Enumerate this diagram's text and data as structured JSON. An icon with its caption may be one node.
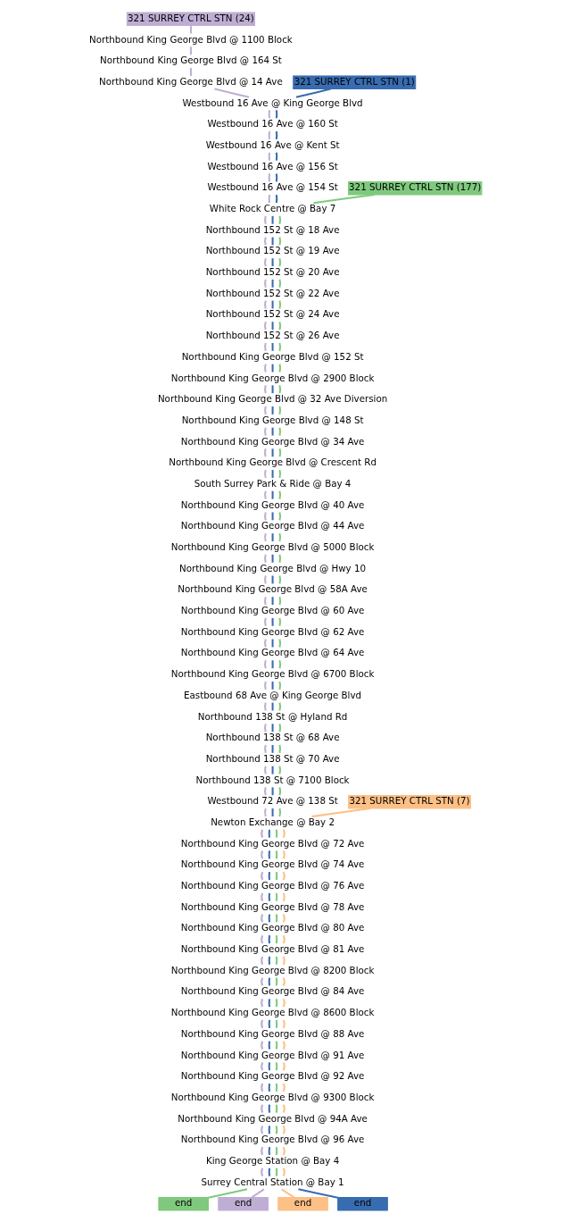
{
  "diagram": {
    "nodes": [
      {
        "text": [
          "321 SURREY CTRL STN (24)"
        ]
      },
      {
        "text": [
          "Northbound King George Blvd @ 1100 Block"
        ]
      },
      {
        "text": [
          "Northbound King George Blvd @ 164 St"
        ]
      },
      {
        "text": [
          "321 SURREY CTRL STN (1)"
        ]
      },
      {
        "text": [
          "Northbound King George Blvd @ 14 Ave"
        ]
      },
      {
        "text": [
          "Westbound 16 Ave @ King George Blvd"
        ]
      },
      {
        "text": [
          "Westbound 16 Ave @ 160 St"
        ]
      },
      {
        "text": [
          "Westbound 16 Ave @ Kent St"
        ]
      },
      {
        "text": [
          "Westbound 16 Ave @ 156 St"
        ]
      },
      {
        "text": [
          "Westbound 16 Ave @ 154 St"
        ]
      },
      {
        "text": [
          "321 SURREY CTRL STN (177)"
        ]
      },
      {
        "text": [
          "White Rock Centre @ Bay 7"
        ]
      },
      {
        "text": [
          "Northbound 152 St @ 18 Ave"
        ]
      },
      {
        "text": [
          "Northbound 152 St @ 19 Ave"
        ]
      },
      {
        "text": [
          "Northbound 152 St @ 20 Ave"
        ]
      },
      {
        "text": [
          "Northbound 152 St @ 22 Ave"
        ]
      },
      {
        "text": [
          "Northbound 152 St @ 24 Ave"
        ]
      },
      {
        "text": [
          "Northbound 152 St @ 26 Ave"
        ]
      },
      {
        "text": [
          "Northbound King George Blvd @ 152 St"
        ]
      },
      {
        "text": [
          "Northbound King George Blvd @ 2900 Block"
        ]
      },
      {
        "text": [
          "Northbound King George Blvd @ 32 Ave Diversion"
        ]
      },
      {
        "text": [
          "Northbound King George Blvd @ 148 St"
        ]
      },
      {
        "text": [
          "Northbound King George Blvd @ 34 Ave"
        ]
      },
      {
        "text": [
          "Northbound King George Blvd @ Crescent Rd"
        ]
      },
      {
        "text": [
          "South Surrey Park & Ride @ Bay 4"
        ]
      },
      {
        "text": [
          "Northbound King George Blvd @ 40 Ave"
        ]
      },
      {
        "text": [
          "Northbound King George Blvd @ 44 Ave"
        ]
      },
      {
        "text": [
          "Northbound King George Blvd @ 5000 Block"
        ]
      },
      {
        "text": [
          "Northbound King George Blvd @ Hwy 10"
        ]
      },
      {
        "text": [
          "Northbound King George Blvd @ 58A Ave"
        ]
      },
      {
        "text": [
          "Northbound King George Blvd @ 60 Ave"
        ]
      },
      {
        "text": [
          "Northbound King George Blvd @ 62 Ave"
        ]
      },
      {
        "text": [
          "Northbound King George Blvd @ 64 Ave"
        ]
      },
      {
        "text": [
          "Northbound King George Blvd @ 6700 Block"
        ]
      },
      {
        "text": [
          "Eastbound 68 Ave @ King George Blvd"
        ]
      },
      {
        "text": [
          "Northbound 138 St @ Hyland Rd"
        ]
      },
      {
        "text": [
          "Northbound 138 St @ 68 Ave"
        ]
      },
      {
        "text": [
          "Northbound 138 St @ 70 Ave"
        ]
      },
      {
        "text": [
          "Northbound 138 St @ 7100 Block"
        ]
      },
      {
        "text": [
          "Westbound 72 Ave @ 138 St"
        ]
      },
      {
        "text": [
          "321 SURREY CTRL STN (7)"
        ]
      },
      {
        "text": [
          "Newton Exchange @ Bay 2"
        ]
      },
      {
        "text": [
          "Northbound King George Blvd @ 72 Ave"
        ]
      },
      {
        "text": [
          "Northbound King George Blvd @ 74 Ave"
        ]
      },
      {
        "text": [
          "Northbound King George Blvd @ 76 Ave"
        ]
      },
      {
        "text": [
          "Northbound King George Blvd @ 78 Ave"
        ]
      },
      {
        "text": [
          "Northbound King George Blvd @ 80 Ave"
        ]
      },
      {
        "text": [
          "Northbound King George Blvd @ 81 Ave"
        ]
      },
      {
        "text": [
          "Northbound King George Blvd @ 8200 Block"
        ]
      },
      {
        "text": [
          "Northbound King George Blvd @ 84 Ave"
        ]
      },
      {
        "text": [
          "Northbound King George Blvd @ 8600 Block"
        ]
      },
      {
        "text": [
          "Northbound King George Blvd @ 88 Ave"
        ]
      },
      {
        "text": [
          "Northbound King George Blvd @ 91 Ave"
        ]
      },
      {
        "text": [
          "Northbound King George Blvd @ 92 Ave"
        ]
      },
      {
        "text": [
          "Northbound King George Blvd @ 9300 Block"
        ]
      },
      {
        "text": [
          "Northbound King George Blvd @ 94A Ave"
        ]
      },
      {
        "text": [
          "Northbound King George Blvd @ 96 Ave"
        ]
      },
      {
        "text": [
          "King George Station @ Bay 4"
        ]
      },
      {
        "text": [
          "Surrey Central Station @ Bay 1"
        ]
      },
      {
        "text": [
          "end"
        ]
      },
      {
        "text": [
          "end"
        ]
      },
      {
        "text": [
          "end"
        ]
      },
      {
        "text": [
          "end"
        ]
      }
    ],
    "edges": [
      {
        "from": 0,
        "to": 1,
        "arrow": "none",
        "color": "#beaed4"
      },
      {
        "from": 1,
        "to": 2,
        "arrow": "none",
        "color": "#beaed4"
      },
      {
        "from": 2,
        "to": 4,
        "arrow": "none",
        "color": "#beaed4"
      },
      {
        "from": 4,
        "to": 5,
        "arrow": "none",
        "color": "#beaed4"
      },
      {
        "from": 5,
        "to": 6,
        "arrow": "none",
        "color": "#beaed4"
      },
      {
        "from": 6,
        "to": 7,
        "arrow": "none",
        "color": "#beaed4"
      },
      {
        "from": 7,
        "to": 8,
        "arrow": "none",
        "color": "#beaed4"
      },
      {
        "from": 8,
        "to": 9,
        "arrow": "none",
        "color": "#beaed4"
      },
      {
        "from": 9,
        "to": 11,
        "arrow": "none",
        "color": "#beaed4"
      },
      {
        "from": 11,
        "to": 12,
        "arrow": "none",
        "color": "#beaed4"
      },
      {
        "from": 12,
        "to": 13,
        "arrow": "none",
        "color": "#beaed4"
      },
      {
        "from": 13,
        "to": 14,
        "arrow": "none",
        "color": "#beaed4"
      },
      {
        "from": 14,
        "to": 15,
        "arrow": "none",
        "color": "#beaed4"
      },
      {
        "from": 15,
        "to": 16,
        "arrow": "none",
        "color": "#beaed4"
      },
      {
        "from": 16,
        "to": 17,
        "arrow": "none",
        "color": "#beaed4"
      },
      {
        "from": 17,
        "to": 18,
        "arrow": "none",
        "color": "#beaed4"
      },
      {
        "from": 18,
        "to": 19,
        "arrow": "none",
        "color": "#beaed4"
      },
      {
        "from": 19,
        "to": 20,
        "arrow": "none",
        "color": "#beaed4"
      },
      {
        "from": 20,
        "to": 21,
        "arrow": "none",
        "color": "#beaed4"
      },
      {
        "from": 21,
        "to": 22,
        "arrow": "none",
        "color": "#beaed4"
      },
      {
        "from": 22,
        "to": 23,
        "arrow": "none",
        "color": "#beaed4"
      },
      {
        "from": 23,
        "to": 24,
        "arrow": "none",
        "color": "#beaed4"
      },
      {
        "from": 24,
        "to": 25,
        "arrow": "none",
        "color": "#beaed4"
      },
      {
        "from": 25,
        "to": 26,
        "arrow": "none",
        "color": "#beaed4"
      },
      {
        "from": 26,
        "to": 27,
        "arrow": "none",
        "color": "#beaed4"
      },
      {
        "from": 27,
        "to": 28,
        "arrow": "none",
        "color": "#beaed4"
      },
      {
        "from": 28,
        "to": 29,
        "arrow": "none",
        "color": "#beaed4"
      },
      {
        "from": 29,
        "to": 30,
        "arrow": "none",
        "color": "#beaed4"
      },
      {
        "from": 30,
        "to": 31,
        "arrow": "none",
        "color": "#beaed4"
      },
      {
        "from": 31,
        "to": 32,
        "arrow": "none",
        "color": "#beaed4"
      },
      {
        "from": 32,
        "to": 33,
        "arrow": "none",
        "color": "#beaed4"
      },
      {
        "from": 33,
        "to": 34,
        "arrow": "none",
        "color": "#beaed4"
      },
      {
        "from": 34,
        "to": 35,
        "arrow": "none",
        "color": "#beaed4"
      },
      {
        "from": 35,
        "to": 36,
        "arrow": "none",
        "color": "#beaed4"
      },
      {
        "from": 36,
        "to": 37,
        "arrow": "none",
        "color": "#beaed4"
      },
      {
        "from": 37,
        "to": 38,
        "arrow": "none",
        "color": "#beaed4"
      },
      {
        "from": 38,
        "to": 39,
        "arrow": "none",
        "color": "#beaed4"
      },
      {
        "from": 39,
        "to": 41,
        "arrow": "none",
        "color": "#beaed4"
      },
      {
        "from": 41,
        "to": 42,
        "arrow": "none",
        "color": "#beaed4"
      },
      {
        "from": 42,
        "to": 43,
        "arrow": "none",
        "color": "#beaed4"
      },
      {
        "from": 43,
        "to": 44,
        "arrow": "none",
        "color": "#beaed4"
      },
      {
        "from": 44,
        "to": 45,
        "arrow": "none",
        "color": "#beaed4"
      },
      {
        "from": 45,
        "to": 46,
        "arrow": "none",
        "color": "#beaed4"
      },
      {
        "from": 46,
        "to": 47,
        "arrow": "none",
        "color": "#beaed4"
      },
      {
        "from": 47,
        "to": 48,
        "arrow": "none",
        "color": "#beaed4"
      },
      {
        "from": 48,
        "to": 49,
        "arrow": "none",
        "color": "#beaed4"
      },
      {
        "from": 49,
        "to": 50,
        "arrow": "none",
        "color": "#beaed4"
      },
      {
        "from": 50,
        "to": 51,
        "arrow": "none",
        "color": "#beaed4"
      },
      {
        "from": 51,
        "to": 52,
        "arrow": "none",
        "color": "#beaed4"
      },
      {
        "from": 52,
        "to": 53,
        "arrow": "none",
        "color": "#beaed4"
      },
      {
        "from": 53,
        "to": 54,
        "arrow": "none",
        "color": "#beaed4"
      },
      {
        "from": 54,
        "to": 55,
        "arrow": "none",
        "color": "#beaed4"
      },
      {
        "from": 55,
        "to": 56,
        "arrow": "none",
        "color": "#beaed4"
      },
      {
        "from": 56,
        "to": 57,
        "arrow": "none",
        "color": "#beaed4"
      },
      {
        "from": 57,
        "to": 58,
        "arrow": "none",
        "color": "#beaed4"
      },
      {
        "from": 58,
        "to": 60,
        "arrow": "none",
        "color": "#beaed4"
      },
      {
        "from": 3,
        "to": 5,
        "arrow": "none",
        "color": "#386cb0"
      },
      {
        "from": 5,
        "to": 6,
        "arrow": "none",
        "color": "#386cb0"
      },
      {
        "from": 6,
        "to": 7,
        "arrow": "none",
        "color": "#386cb0"
      },
      {
        "from": 7,
        "to": 8,
        "arrow": "none",
        "color": "#386cb0"
      },
      {
        "from": 8,
        "to": 9,
        "arrow": "none",
        "color": "#386cb0"
      },
      {
        "from": 9,
        "to": 11,
        "arrow": "none",
        "color": "#386cb0"
      },
      {
        "from": 11,
        "to": 12,
        "arrow": "none",
        "color": "#386cb0"
      },
      {
        "from": 12,
        "to": 13,
        "arrow": "none",
        "color": "#386cb0"
      },
      {
        "from": 13,
        "to": 14,
        "arrow": "none",
        "color": "#386cb0"
      },
      {
        "from": 14,
        "to": 15,
        "arrow": "none",
        "color": "#386cb0"
      },
      {
        "from": 15,
        "to": 16,
        "arrow": "none",
        "color": "#386cb0"
      },
      {
        "from": 16,
        "to": 17,
        "arrow": "none",
        "color": "#386cb0"
      },
      {
        "from": 17,
        "to": 18,
        "arrow": "none",
        "color": "#386cb0"
      },
      {
        "from": 18,
        "to": 19,
        "arrow": "none",
        "color": "#386cb0"
      },
      {
        "from": 19,
        "to": 20,
        "arrow": "none",
        "color": "#386cb0"
      },
      {
        "from": 20,
        "to": 21,
        "arrow": "none",
        "color": "#386cb0"
      },
      {
        "from": 21,
        "to": 22,
        "arrow": "none",
        "color": "#386cb0"
      },
      {
        "from": 22,
        "to": 23,
        "arrow": "none",
        "color": "#386cb0"
      },
      {
        "from": 23,
        "to": 24,
        "arrow": "none",
        "color": "#386cb0"
      },
      {
        "from": 24,
        "to": 25,
        "arrow": "none",
        "color": "#386cb0"
      },
      {
        "from": 25,
        "to": 26,
        "arrow": "none",
        "color": "#386cb0"
      },
      {
        "from": 26,
        "to": 27,
        "arrow": "none",
        "color": "#386cb0"
      },
      {
        "from": 27,
        "to": 28,
        "arrow": "none",
        "color": "#386cb0"
      },
      {
        "from": 28,
        "to": 29,
        "arrow": "none",
        "color": "#386cb0"
      },
      {
        "from": 29,
        "to": 30,
        "arrow": "none",
        "color": "#386cb0"
      },
      {
        "from": 30,
        "to": 31,
        "arrow": "none",
        "color": "#386cb0"
      },
      {
        "from": 31,
        "to": 32,
        "arrow": "none",
        "color": "#386cb0"
      },
      {
        "from": 32,
        "to": 33,
        "arrow": "none",
        "color": "#386cb0"
      },
      {
        "from": 33,
        "to": 34,
        "arrow": "none",
        "color": "#386cb0"
      },
      {
        "from": 34,
        "to": 35,
        "arrow": "none",
        "color": "#386cb0"
      },
      {
        "from": 35,
        "to": 36,
        "arrow": "none",
        "color": "#386cb0"
      },
      {
        "from": 36,
        "to": 37,
        "arrow": "none",
        "color": "#386cb0"
      },
      {
        "from": 37,
        "to": 38,
        "arrow": "none",
        "color": "#386cb0"
      },
      {
        "from": 38,
        "to": 39,
        "arrow": "none",
        "color": "#386cb0"
      },
      {
        "from": 39,
        "to": 41,
        "arrow": "none",
        "color": "#386cb0"
      },
      {
        "from": 41,
        "to": 42,
        "arrow": "none",
        "color": "#386cb0"
      },
      {
        "from": 42,
        "to": 43,
        "arrow": "none",
        "color": "#386cb0"
      },
      {
        "from": 43,
        "to": 44,
        "arrow": "none",
        "color": "#386cb0"
      },
      {
        "from": 44,
        "to": 45,
        "arrow": "none",
        "color": "#386cb0"
      },
      {
        "from": 45,
        "to": 46,
        "arrow": "none",
        "color": "#386cb0"
      },
      {
        "from": 46,
        "to": 47,
        "arrow": "none",
        "color": "#386cb0"
      },
      {
        "from": 47,
        "to": 48,
        "arrow": "none",
        "color": "#386cb0"
      },
      {
        "from": 48,
        "to": 49,
        "arrow": "none",
        "color": "#386cb0"
      },
      {
        "from": 49,
        "to": 50,
        "arrow": "none",
        "color": "#386cb0"
      },
      {
        "from": 50,
        "to": 51,
        "arrow": "none",
        "color": "#386cb0"
      },
      {
        "from": 51,
        "to": 52,
        "arrow": "none",
        "color": "#386cb0"
      },
      {
        "from": 52,
        "to": 53,
        "arrow": "none",
        "color": "#386cb0"
      },
      {
        "from": 53,
        "to": 54,
        "arrow": "none",
        "color": "#386cb0"
      },
      {
        "from": 54,
        "to": 55,
        "arrow": "none",
        "color": "#386cb0"
      },
      {
        "from": 55,
        "to": 56,
        "arrow": "none",
        "color": "#386cb0"
      },
      {
        "from": 56,
        "to": 57,
        "arrow": "none",
        "color": "#386cb0"
      },
      {
        "from": 57,
        "to": 58,
        "arrow": "none",
        "color": "#386cb0"
      },
      {
        "from": 58,
        "to": 62,
        "arrow": "none",
        "color": "#386cb0"
      },
      {
        "from": 10,
        "to": 11,
        "arrow": "none",
        "color": "#7fc97f"
      },
      {
        "from": 11,
        "to": 12,
        "arrow": "none",
        "color": "#7fc97f"
      },
      {
        "from": 12,
        "to": 13,
        "arrow": "none",
        "color": "#7fc97f"
      },
      {
        "from": 13,
        "to": 14,
        "arrow": "none",
        "color": "#7fc97f"
      },
      {
        "from": 14,
        "to": 15,
        "arrow": "none",
        "color": "#7fc97f"
      },
      {
        "from": 15,
        "to": 16,
        "arrow": "none",
        "color": "#7fc97f"
      },
      {
        "from": 16,
        "to": 17,
        "arrow": "none",
        "color": "#7fc97f"
      },
      {
        "from": 17,
        "to": 18,
        "arrow": "none",
        "color": "#7fc97f"
      },
      {
        "from": 18,
        "to": 19,
        "arrow": "none",
        "color": "#7fc97f"
      },
      {
        "from": 19,
        "to": 20,
        "arrow": "none",
        "color": "#7fc97f"
      },
      {
        "from": 20,
        "to": 21,
        "arrow": "none",
        "color": "#7fc97f"
      },
      {
        "from": 21,
        "to": 22,
        "arrow": "none",
        "color": "#7fc97f"
      },
      {
        "from": 22,
        "to": 23,
        "arrow": "none",
        "color": "#7fc97f"
      },
      {
        "from": 23,
        "to": 24,
        "arrow": "none",
        "color": "#7fc97f"
      },
      {
        "from": 24,
        "to": 25,
        "arrow": "none",
        "color": "#7fc97f"
      },
      {
        "from": 25,
        "to": 26,
        "arrow": "none",
        "color": "#7fc97f"
      },
      {
        "from": 26,
        "to": 27,
        "arrow": "none",
        "color": "#7fc97f"
      },
      {
        "from": 27,
        "to": 28,
        "arrow": "none",
        "color": "#7fc97f"
      },
      {
        "from": 28,
        "to": 29,
        "arrow": "none",
        "color": "#7fc97f"
      },
      {
        "from": 29,
        "to": 30,
        "arrow": "none",
        "color": "#7fc97f"
      },
      {
        "from": 30,
        "to": 31,
        "arrow": "none",
        "color": "#7fc97f"
      },
      {
        "from": 31,
        "to": 32,
        "arrow": "none",
        "color": "#7fc97f"
      },
      {
        "from": 32,
        "to": 33,
        "arrow": "none",
        "color": "#7fc97f"
      },
      {
        "from": 33,
        "to": 34,
        "arrow": "none",
        "color": "#7fc97f"
      },
      {
        "from": 34,
        "to": 35,
        "arrow": "none",
        "color": "#7fc97f"
      },
      {
        "from": 35,
        "to": 36,
        "arrow": "none",
        "color": "#7fc97f"
      },
      {
        "from": 36,
        "to": 37,
        "arrow": "none",
        "color": "#7fc97f"
      },
      {
        "from": 37,
        "to": 38,
        "arrow": "none",
        "color": "#7fc97f"
      },
      {
        "from": 38,
        "to": 39,
        "arrow": "none",
        "color": "#7fc97f"
      },
      {
        "from": 39,
        "to": 41,
        "arrow": "none",
        "color": "#7fc97f"
      },
      {
        "from": 41,
        "to": 42,
        "arrow": "none",
        "color": "#7fc97f"
      },
      {
        "from": 42,
        "to": 43,
        "arrow": "none",
        "color": "#7fc97f"
      },
      {
        "from": 43,
        "to": 44,
        "arrow": "none",
        "color": "#7fc97f"
      },
      {
        "from": 44,
        "to": 45,
        "arrow": "none",
        "color": "#7fc97f"
      },
      {
        "from": 45,
        "to": 46,
        "arrow": "none",
        "color": "#7fc97f"
      },
      {
        "from": 46,
        "to": 47,
        "arrow": "none",
        "color": "#7fc97f"
      },
      {
        "from": 47,
        "to": 48,
        "arrow": "none",
        "color": "#7fc97f"
      },
      {
        "from": 48,
        "to": 49,
        "arrow": "none",
        "color": "#7fc97f"
      },
      {
        "from": 49,
        "to": 50,
        "arrow": "none",
        "color": "#7fc97f"
      },
      {
        "from": 50,
        "to": 51,
        "arrow": "none",
        "color": "#7fc97f"
      },
      {
        "from": 51,
        "to": 52,
        "arrow": "none",
        "color": "#7fc97f"
      },
      {
        "from": 52,
        "to": 53,
        "arrow": "none",
        "color": "#7fc97f"
      },
      {
        "from": 53,
        "to": 54,
        "arrow": "none",
        "color": "#7fc97f"
      },
      {
        "from": 54,
        "to": 55,
        "arrow": "none",
        "color": "#7fc97f"
      },
      {
        "from": 55,
        "to": 56,
        "arrow": "none",
        "color": "#7fc97f"
      },
      {
        "from": 56,
        "to": 57,
        "arrow": "none",
        "color": "#7fc97f"
      },
      {
        "from": 57,
        "to": 58,
        "arrow": "none",
        "color": "#7fc97f"
      },
      {
        "from": 58,
        "to": 59,
        "arrow": "none",
        "color": "#7fc97f"
      },
      {
        "from": 40,
        "to": 41,
        "arrow": "none",
        "color": "#fdc086"
      },
      {
        "from": 41,
        "to": 42,
        "arrow": "none",
        "color": "#fdc086"
      },
      {
        "from": 42,
        "to": 43,
        "arrow": "none",
        "color": "#fdc086"
      },
      {
        "from": 43,
        "to": 44,
        "arrow": "none",
        "color": "#fdc086"
      },
      {
        "from": 44,
        "to": 45,
        "arrow": "none",
        "color": "#fdc086"
      },
      {
        "from": 45,
        "to": 46,
        "arrow": "none",
        "color": "#fdc086"
      },
      {
        "from": 46,
        "to": 47,
        "arrow": "none",
        "color": "#fdc086"
      },
      {
        "from": 47,
        "to": 48,
        "arrow": "none",
        "color": "#fdc086"
      },
      {
        "from": 48,
        "to": 49,
        "arrow": "none",
        "color": "#fdc086"
      },
      {
        "from": 49,
        "to": 50,
        "arrow": "none",
        "color": "#fdc086"
      },
      {
        "from": 50,
        "to": 51,
        "arrow": "none",
        "color": "#fdc086"
      },
      {
        "from": 51,
        "to": 52,
        "arrow": "none",
        "color": "#fdc086"
      },
      {
        "from": 52,
        "to": 53,
        "arrow": "none",
        "color": "#fdc086"
      },
      {
        "from": 53,
        "to": 54,
        "arrow": "none",
        "color": "#fdc086"
      },
      {
        "from": 54,
        "to": 55,
        "arrow": "none",
        "color": "#fdc086"
      },
      {
        "from": 55,
        "to": 56,
        "arrow": "none",
        "color": "#fdc086"
      },
      {
        "from": 56,
        "to": 57,
        "arrow": "none",
        "color": "#fdc086"
      },
      {
        "from": 57,
        "to": 58,
        "arrow": "none",
        "color": "#fdc086"
      },
      {
        "from": 58,
        "to": 61,
        "arrow": "none",
        "color": "#fdc086"
      }
    ]
  }
}
